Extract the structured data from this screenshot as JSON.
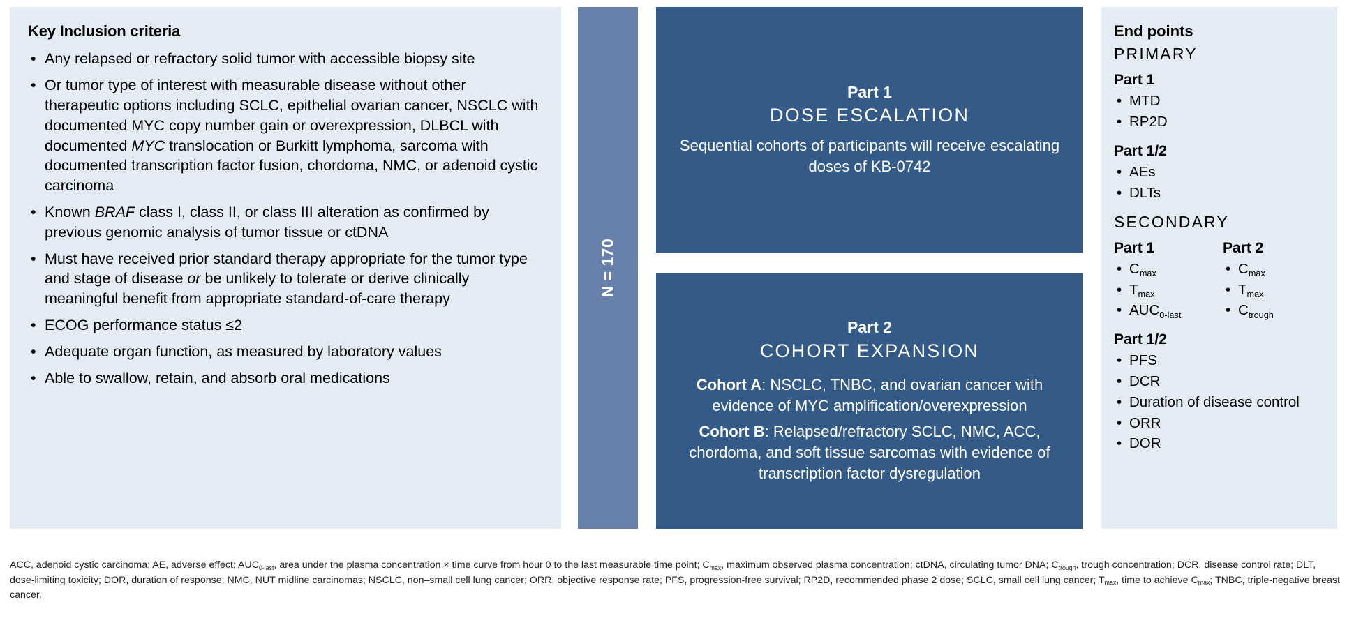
{
  "colors": {
    "panel_light": "#e4ebf3",
    "n_bar": "#6781ac",
    "part_box": "#345b87",
    "text": "#000000",
    "box_text": "#ffffff"
  },
  "inclusion": {
    "title": "Key Inclusion criteria",
    "bullets": [
      "Any relapsed or refractory solid tumor with accessible biopsy site",
      "Or tumor type of interest with measurable disease without other therapeutic options including SCLC, epithelial ovarian cancer, NSCLC with documented MYC copy number gain or overexpression, DLBCL with documented <em class=\"ital\">MYC</em> translocation or Burkitt lymphoma, sarcoma with documented transcription factor fusion, chordoma, NMC, or adenoid cystic carcinoma",
      "Known <em class=\"ital\">BRAF</em> class I, class II, or class III alteration as confirmed by previous genomic analysis of tumor tissue or ctDNA",
      "Must have received prior standard therapy appropriate for the tumor type and stage of disease <em class=\"ital\">or</em> be unlikely to tolerate or derive clinically meaningful benefit from appropriate standard-of-care therapy",
      "ECOG performance status ≤2",
      "Adequate organ function, as measured by laboratory values",
      "Able to swallow, retain, and absorb oral medications"
    ]
  },
  "enrollment": {
    "label": "N = 170"
  },
  "parts": [
    {
      "label": "Part 1",
      "heading": "DOSE ESCALATION",
      "description": "Sequential cohorts of participants will receive escalating doses of KB-0742",
      "cohorts": []
    },
    {
      "label": "Part 2",
      "heading": "COHORT EXPANSION",
      "description": "",
      "cohorts": [
        {
          "name": "Cohort A",
          "text": ": NSCLC, TNBC, and ovarian cancer with evidence of MYC amplification/overexpression"
        },
        {
          "name": "Cohort B",
          "text": ": Relapsed/refractory SCLC, NMC, ACC, chordoma, and soft tissue sarcomas with evidence of transcription factor dysregulation"
        }
      ]
    }
  ],
  "endpoints": {
    "title": "End points",
    "primary": {
      "section_label": "PRIMARY",
      "groups": [
        {
          "title": "Part 1",
          "items": [
            "MTD",
            "RP2D"
          ]
        },
        {
          "title": "Part 1/2",
          "items": [
            "AEs",
            "DLTs"
          ]
        }
      ]
    },
    "secondary": {
      "section_label": "SECONDARY",
      "columns": [
        {
          "title": "Part 1",
          "items": [
            "C<sub>max</sub>",
            "T<sub>max</sub>",
            "AUC<sub>0-last</sub>"
          ]
        },
        {
          "title": "Part 2",
          "items": [
            "C<sub>max</sub>",
            "T<sub>max</sub>",
            "C<sub>trough</sub>"
          ]
        }
      ],
      "combined": {
        "title": "Part 1/2",
        "items": [
          "PFS",
          "DCR",
          "Duration of disease control",
          "ORR",
          "DOR"
        ]
      }
    }
  },
  "footnote": {
    "text": "ACC, adenoid cystic carcinoma; AE, adverse effect; AUC<sub>0-last</sub>, area under the plasma concentration × time curve from hour 0 to the last measurable time point; C<sub>max</sub>, maximum observed plasma concentration; ctDNA, circulating tumor DNA; C<sub>trough</sub>, trough concentration; DCR, disease control rate; DLT, dose-limiting toxicity; DOR, duration of response; NMC, NUT midline carcinomas; NSCLC, non–small cell lung cancer; ORR, objective response rate; PFS, progression-free survival; RP2D, recommended phase 2 dose; SCLC, small cell lung cancer; T<sub>max</sub>, time to achieve C<sub>max</sub>; TNBC, triple-negative breast cancer."
  }
}
